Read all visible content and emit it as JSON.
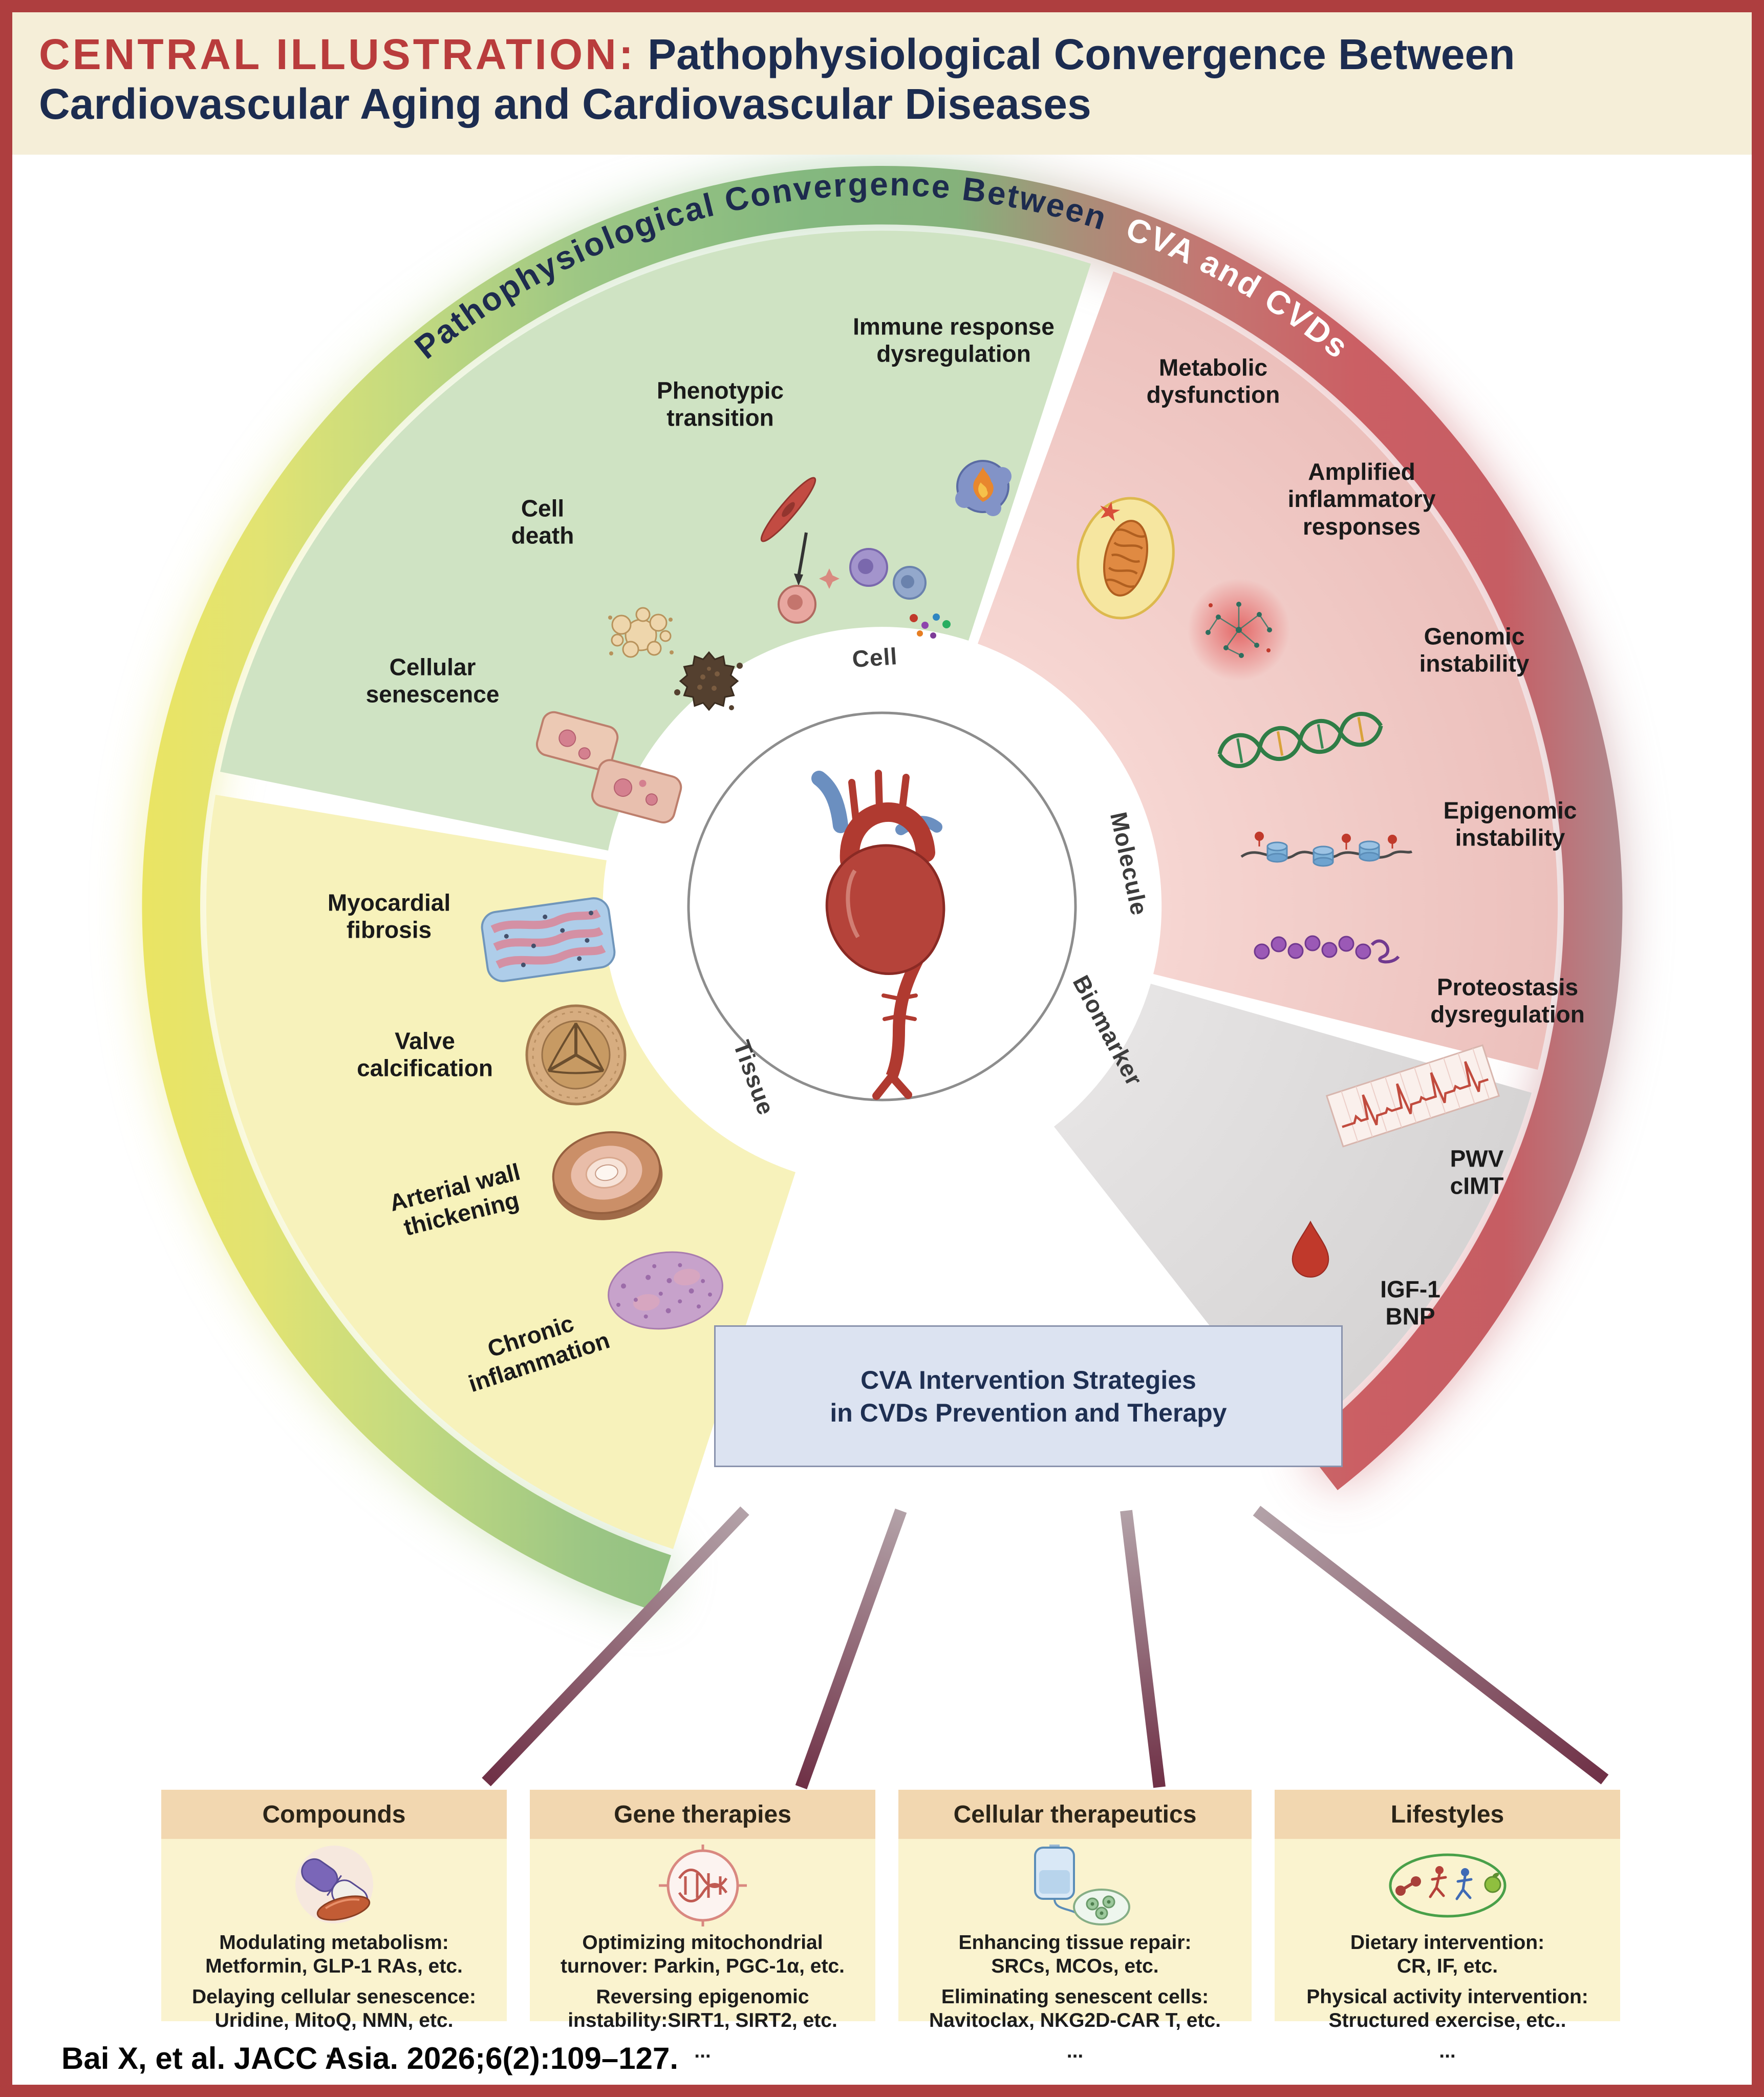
{
  "header": {
    "label": "CENTRAL ILLUSTRATION:",
    "title": "Pathophysiological Convergence Between Cardiovascular Aging and Cardiovascular Diseases"
  },
  "diagram": {
    "arc_title_part1": "Pathophysiological Convergence Between",
    "arc_title_part2": "CVA and CVDs",
    "center_icon": "heart-aorta-illustration",
    "rings": {
      "cell": "Cell",
      "molecule": "Molecule",
      "tissue": "Tissue",
      "biomarker": "Biomarker"
    },
    "sectors": {
      "cell": {
        "label": "Cell",
        "color": "#cfe3c3",
        "items": [
          "Cellular senescence",
          "Cell death",
          "Phenotypic transition",
          "Immune response dysregulation"
        ]
      },
      "molecule": {
        "label": "Molecule",
        "color": "#f2c9c4",
        "items": [
          "Metabolic dysfunction",
          "Amplified inflammatory responses",
          "Genomic instability",
          "Epigenomic instability",
          "Proteostasis dysregulation"
        ]
      },
      "tissue": {
        "label": "Tissue",
        "color": "#f7f2bb",
        "items": [
          "Myocardial fibrosis",
          "Valve calcification",
          "Arterial wall thickening",
          "Chronic inflammation"
        ]
      },
      "biomarker": {
        "label": "Biomarker",
        "color": "#dedcdc",
        "items": [
          "PWV cIMT",
          "IGF-1 BNP"
        ]
      }
    },
    "intervention": {
      "line1": "CVA Intervention Strategies",
      "line2": "in CVDs Prevention and Therapy"
    }
  },
  "boxes": [
    {
      "title": "Compounds",
      "icon": "pills-icon",
      "p1": [
        "Modulating metabolism:",
        "Metformin, GLP-1 RAs, etc."
      ],
      "p2": [
        "Delaying cellular senescence:",
        "Uridine, MitoQ, NMN, etc."
      ],
      "more": "..."
    },
    {
      "title": "Gene therapies",
      "icon": "gene-target-icon",
      "p1": [
        "Optimizing mitochondrial",
        "turnover: Parkin, PGC-1α, etc."
      ],
      "p2": [
        "Reversing epigenomic",
        "instability:SIRT1, SIRT2, etc."
      ],
      "more": "..."
    },
    {
      "title": "Cellular therapeutics",
      "icon": "iv-bag-cells-icon",
      "p1": [
        "Enhancing tissue repair:",
        "SRCs, MCOs, etc."
      ],
      "p2": [
        "Eliminating senescent cells:",
        "Navitoclax, NKG2D-CAR T, etc."
      ],
      "more": "..."
    },
    {
      "title": "Lifestyles",
      "icon": "lifestyle-exercise-icon",
      "p1": [
        "Dietary intervention:",
        "CR, IF, etc."
      ],
      "p2": [
        "Physical activity intervention:",
        "Structured exercise, etc.."
      ],
      "more": "..."
    }
  ],
  "citation": "Bai X, et al. JACC Asia. 2026;6(2):109–127.",
  "colors": {
    "frame": "#ae3e3f",
    "header_bg": "#f5eed8",
    "label_red": "#b93c3c",
    "title_navy": "#1c2c50",
    "intervention_bg": "#dce3f1",
    "box_header_bg": "#f2d7b0",
    "box_body_bg": "#faf3cf",
    "band_green": "#84b87f",
    "band_red": "#cb5f64",
    "band_yellow": "#eae463"
  }
}
